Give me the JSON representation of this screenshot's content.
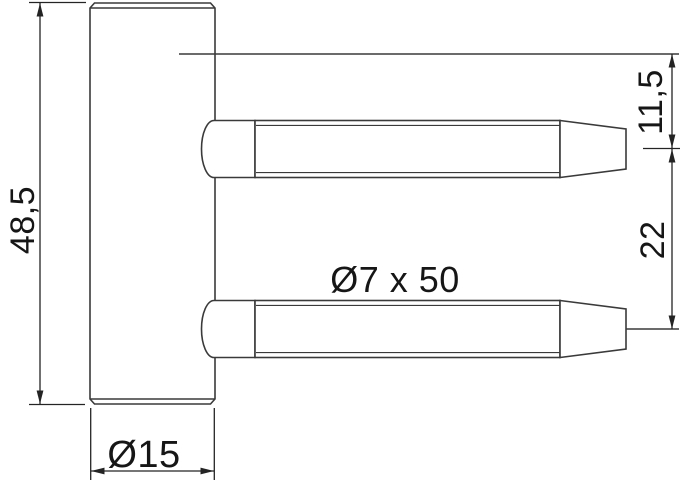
{
  "drawing": {
    "type": "technical-drawing",
    "subject": "hinge-part-side-view",
    "dimensions": {
      "body_height": {
        "label": "48,5"
      },
      "pin1_offset": {
        "label": "11,5"
      },
      "pin_spacing": {
        "label": "22"
      },
      "pin_size": {
        "label": "Ø7 x 50"
      },
      "body_diameter": {
        "label": "Ø15"
      }
    },
    "colors": {
      "line": "#3a3a3a",
      "dim": "#242424",
      "text": "#161616",
      "background": "#ffffff"
    }
  }
}
